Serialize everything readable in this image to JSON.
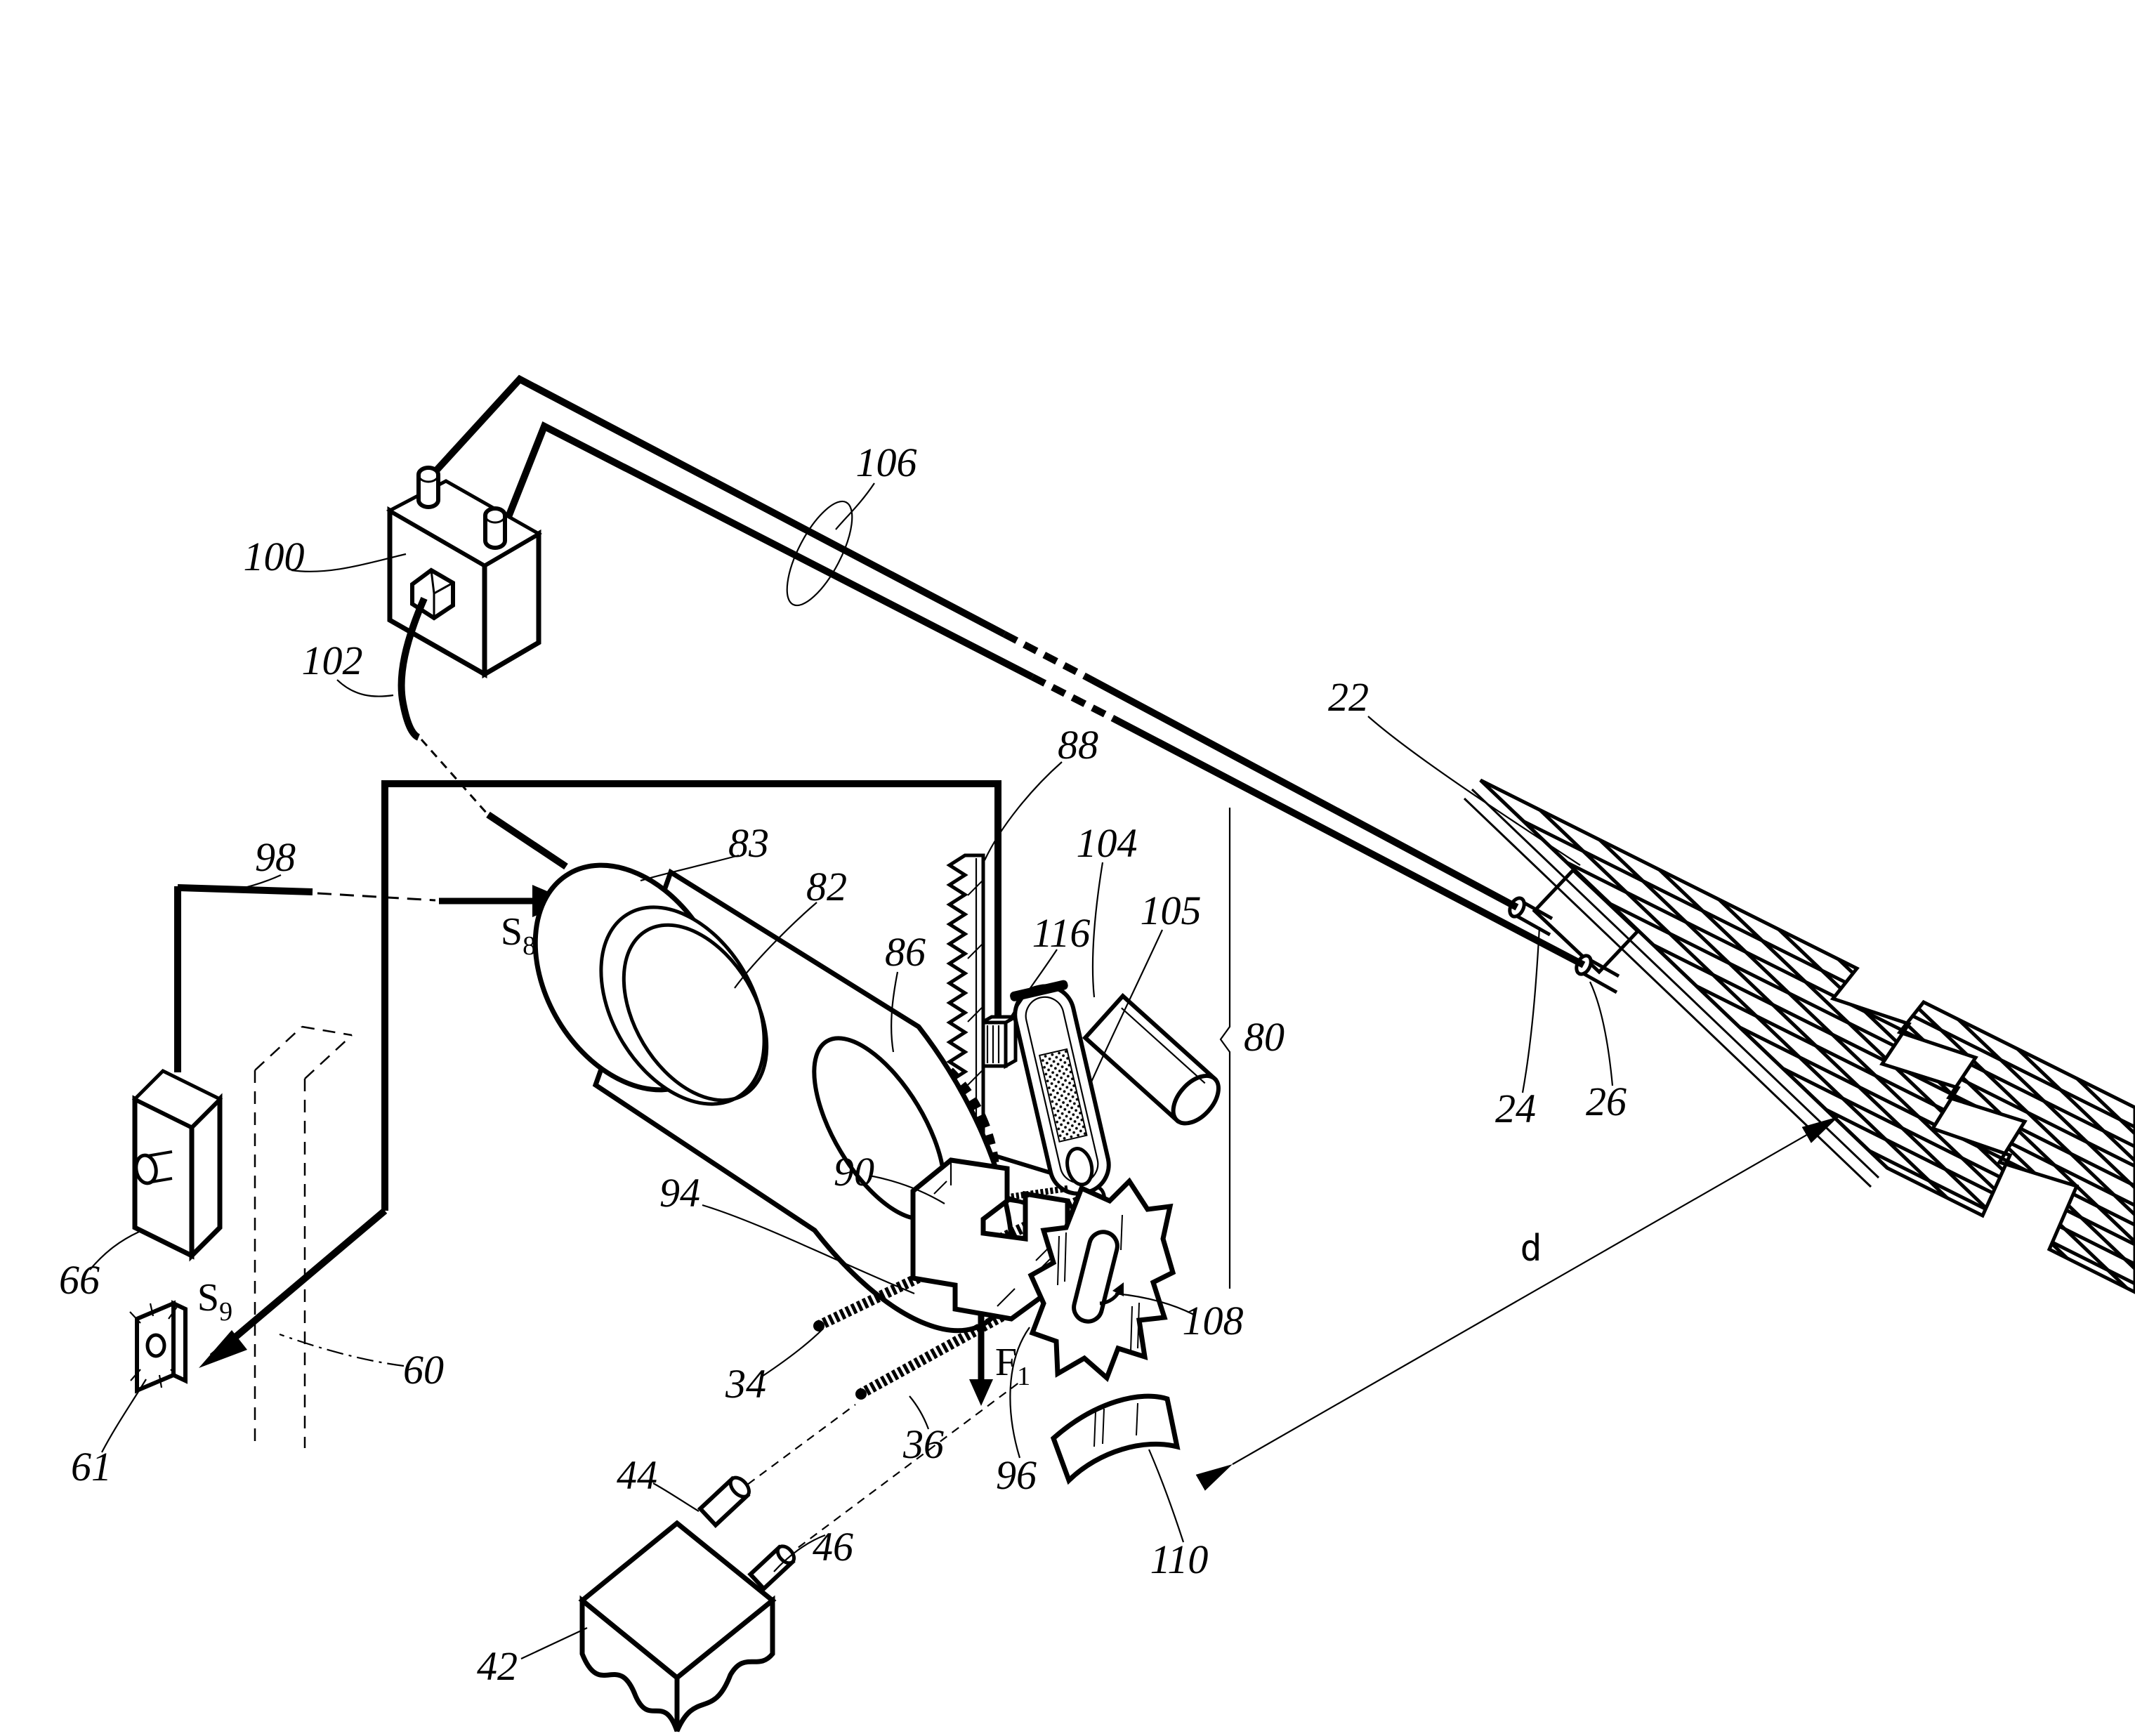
{
  "figure": {
    "kind": "patent-mechanical-diagram",
    "background_color": "#ffffff",
    "ink_color": "#000000",
    "description_visible_elements": "isometric line drawing: battery with two terminals and twin wires to solar panel grid, motor with gear and vertical rack, crank arm with handle, carrier bracket on threaded rods, ratchet plate with slot, torn block with pegs, sensor boxes, dashed wall, signal arrows and dimension line"
  },
  "labels": {
    "n22": "22",
    "n24": "24",
    "n26": "26",
    "n34": "34",
    "n36": "36",
    "n42": "42",
    "n44": "44",
    "n46": "46",
    "n60": "60",
    "n61": "61",
    "n66": "66",
    "n80": "80",
    "n82": "82",
    "n83": "83",
    "n86": "86",
    "n88": "88",
    "n90": "90",
    "n94": "94",
    "n96": "96",
    "n98": "98",
    "n100": "100",
    "n102": "102",
    "n104": "104",
    "n105": "105",
    "n106": "106",
    "n108": "108",
    "n110": "110",
    "n116": "116",
    "s8": {
      "base": "S",
      "sub": "8"
    },
    "s9": {
      "base": "S",
      "sub": "9"
    },
    "f1": {
      "base": "F",
      "sub": "1"
    },
    "d": "d"
  }
}
